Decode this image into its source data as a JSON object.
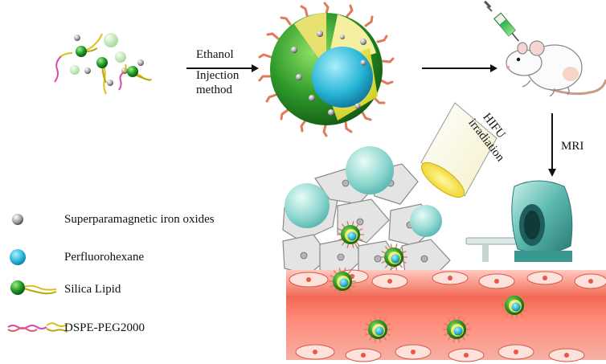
{
  "steps": {
    "synthesis_method": [
      "Ethanol",
      "Injection",
      "method"
    ],
    "irradiation": [
      "HIFU",
      "irradiation"
    ],
    "imaging": "MRI"
  },
  "legend": {
    "items": [
      {
        "label": "Superparamagnetic iron oxides",
        "icon": "iron-oxide-particle-icon"
      },
      {
        "label": "Perfluorohexane",
        "icon": "perfluorohexane-droplet-icon"
      },
      {
        "label": "Silica Lipid",
        "icon": "silica-lipid-icon"
      },
      {
        "label": "DSPE-PEG2000",
        "icon": "dspe-peg-chain-icon"
      }
    ]
  },
  "colors": {
    "shell_green": "#2e9a2a",
    "shell_yellow": "#f2f02a",
    "core_cyan": "#29b6d8",
    "peg_chain": "#e07a5a",
    "syringe_green": "#2cb34a",
    "vessel_red": "#ee3a2a",
    "scanner_teal": "#4aaea6",
    "cell_gray": "#e4e4e4"
  }
}
